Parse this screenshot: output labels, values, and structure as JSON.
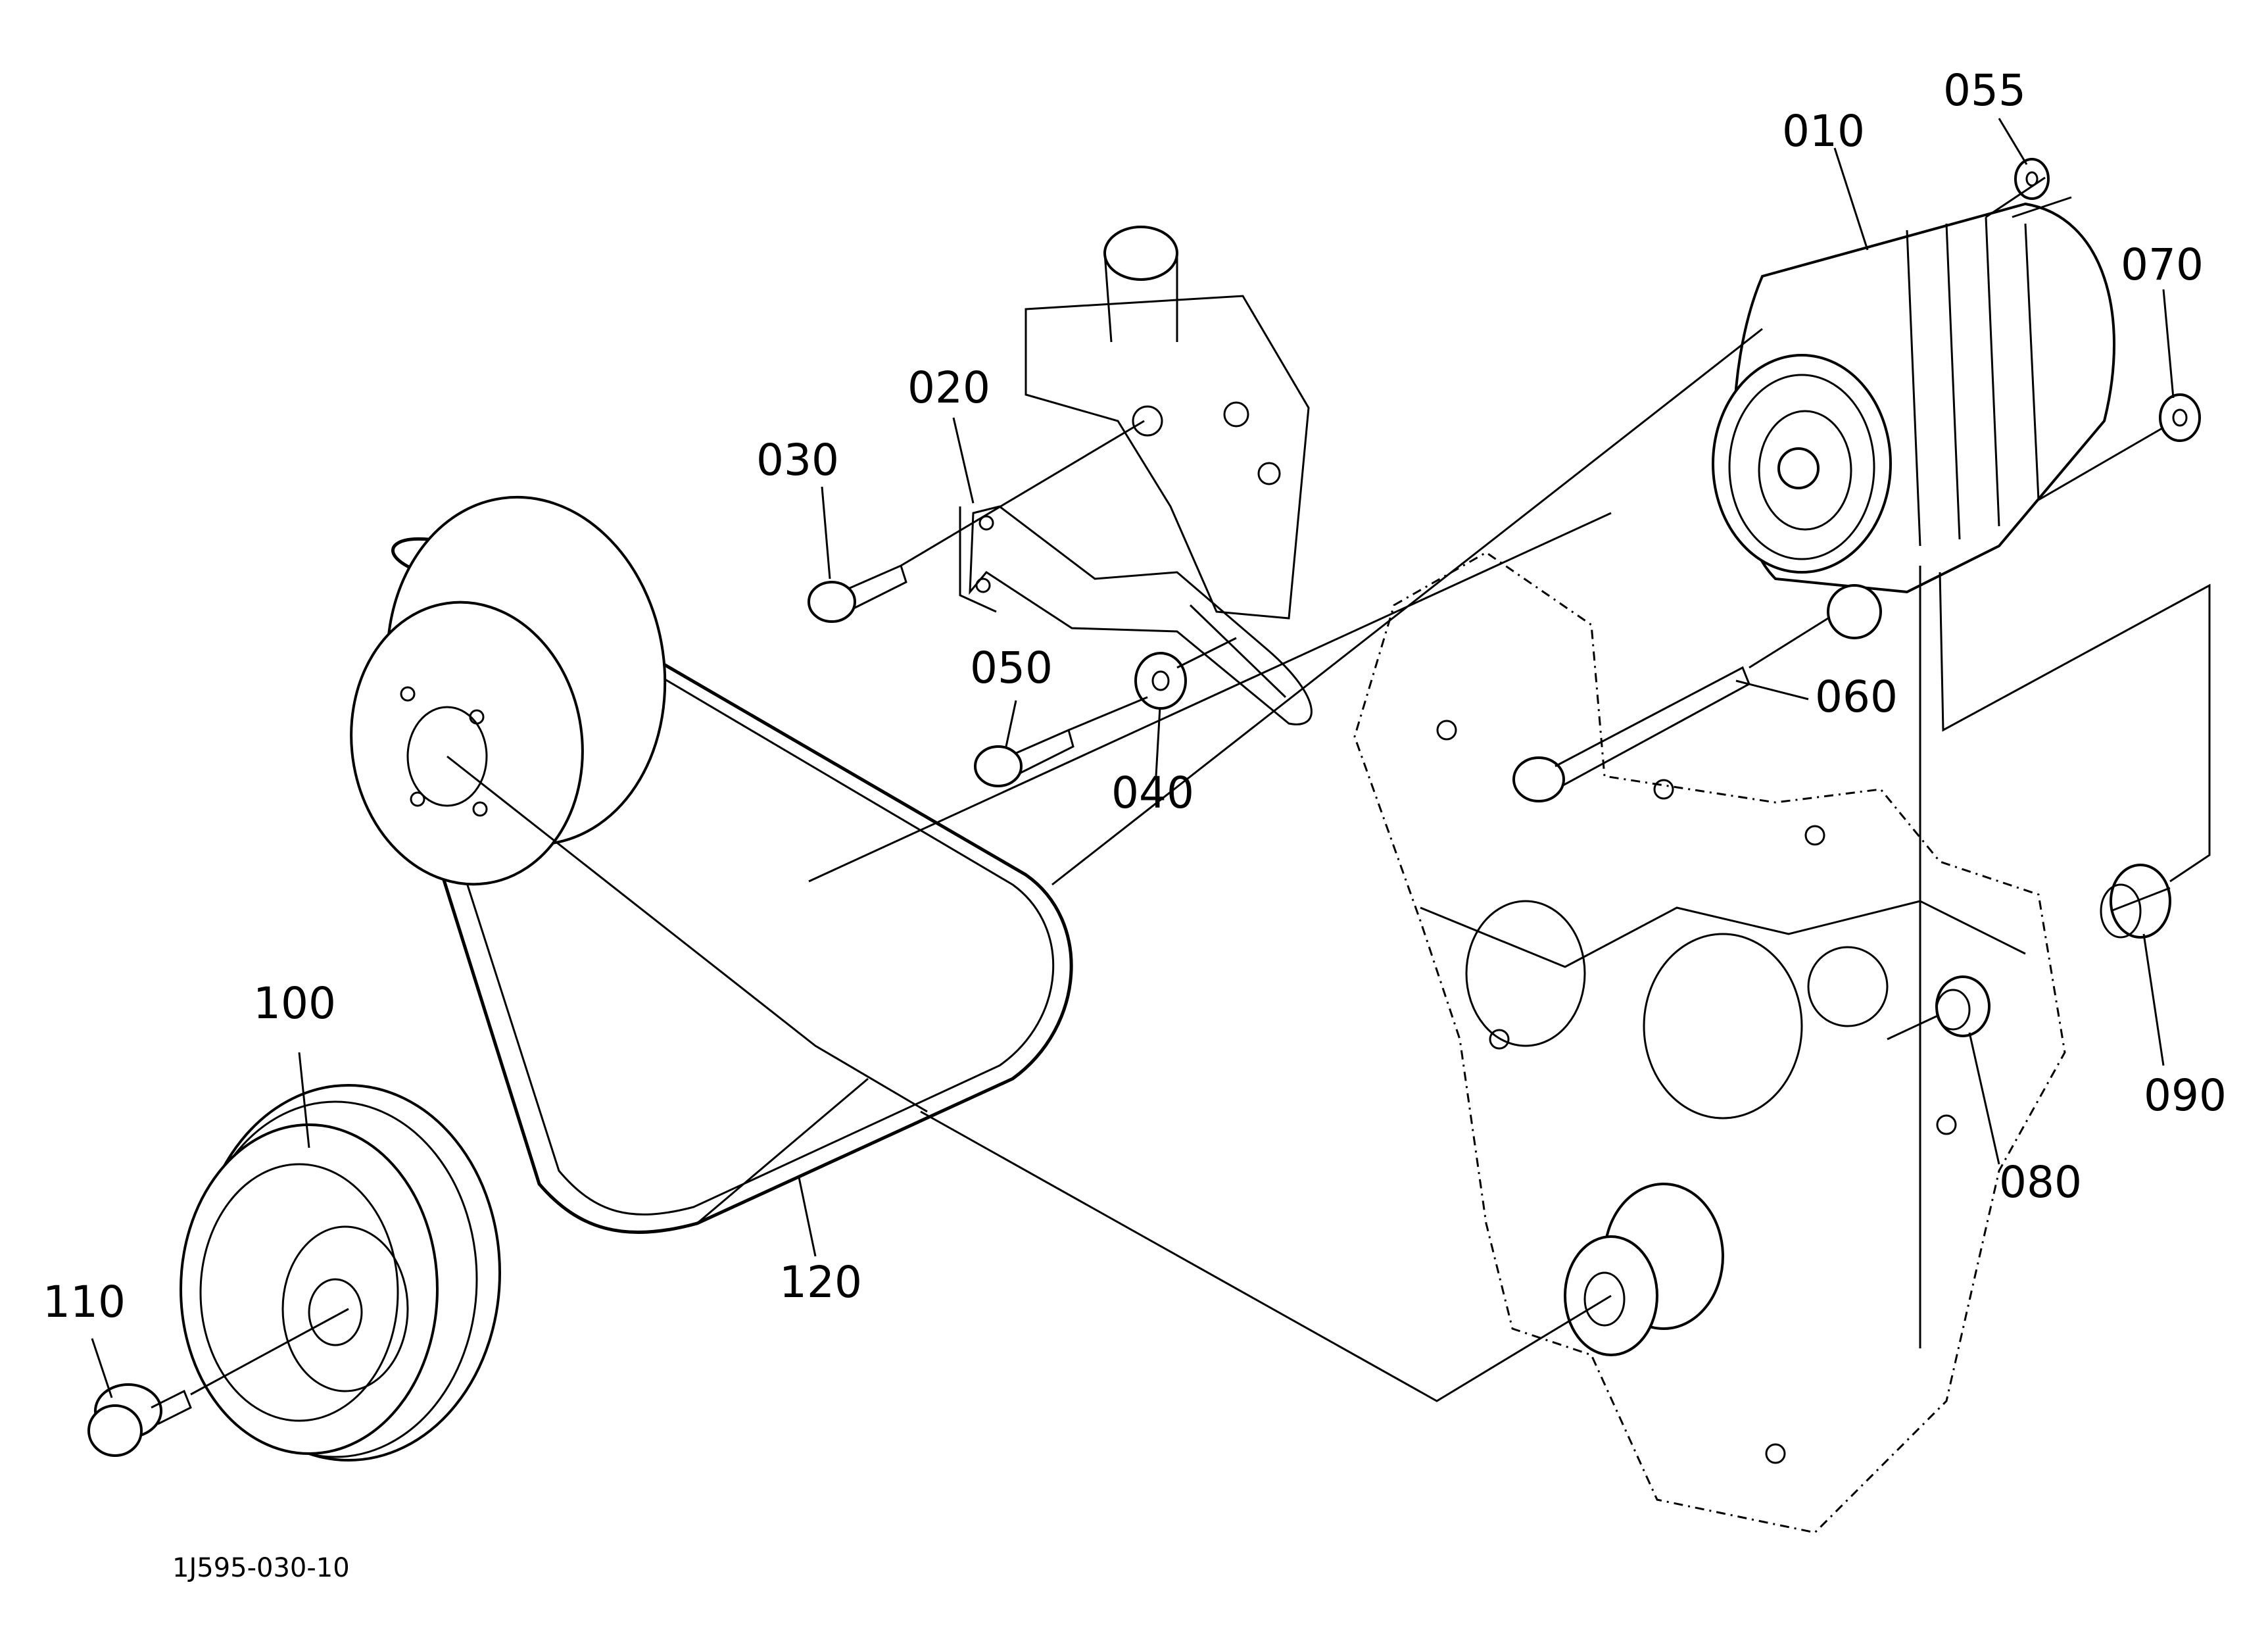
{
  "parts": [
    {
      "id": "p010",
      "label": "010",
      "name": "alternator"
    },
    {
      "id": "p020",
      "label": "020",
      "name": "bracket"
    },
    {
      "id": "p030",
      "label": "030",
      "name": "bolt"
    },
    {
      "id": "p040",
      "label": "040",
      "name": "washer"
    },
    {
      "id": "p050",
      "label": "050",
      "name": "bolt"
    },
    {
      "id": "p055",
      "label": "055",
      "name": "nut"
    },
    {
      "id": "p060",
      "label": "060",
      "name": "long-bolt"
    },
    {
      "id": "p070",
      "label": "070",
      "name": "nut"
    },
    {
      "id": "p080",
      "label": "080",
      "name": "spacer"
    },
    {
      "id": "p090",
      "label": "090",
      "name": "spacer"
    },
    {
      "id": "p100",
      "label": "100",
      "name": "crank-pulley"
    },
    {
      "id": "p110",
      "label": "110",
      "name": "pulley-bolt"
    },
    {
      "id": "p120",
      "label": "120",
      "name": "fan-belt"
    }
  ],
  "drawing_code": "1J595-030-10"
}
